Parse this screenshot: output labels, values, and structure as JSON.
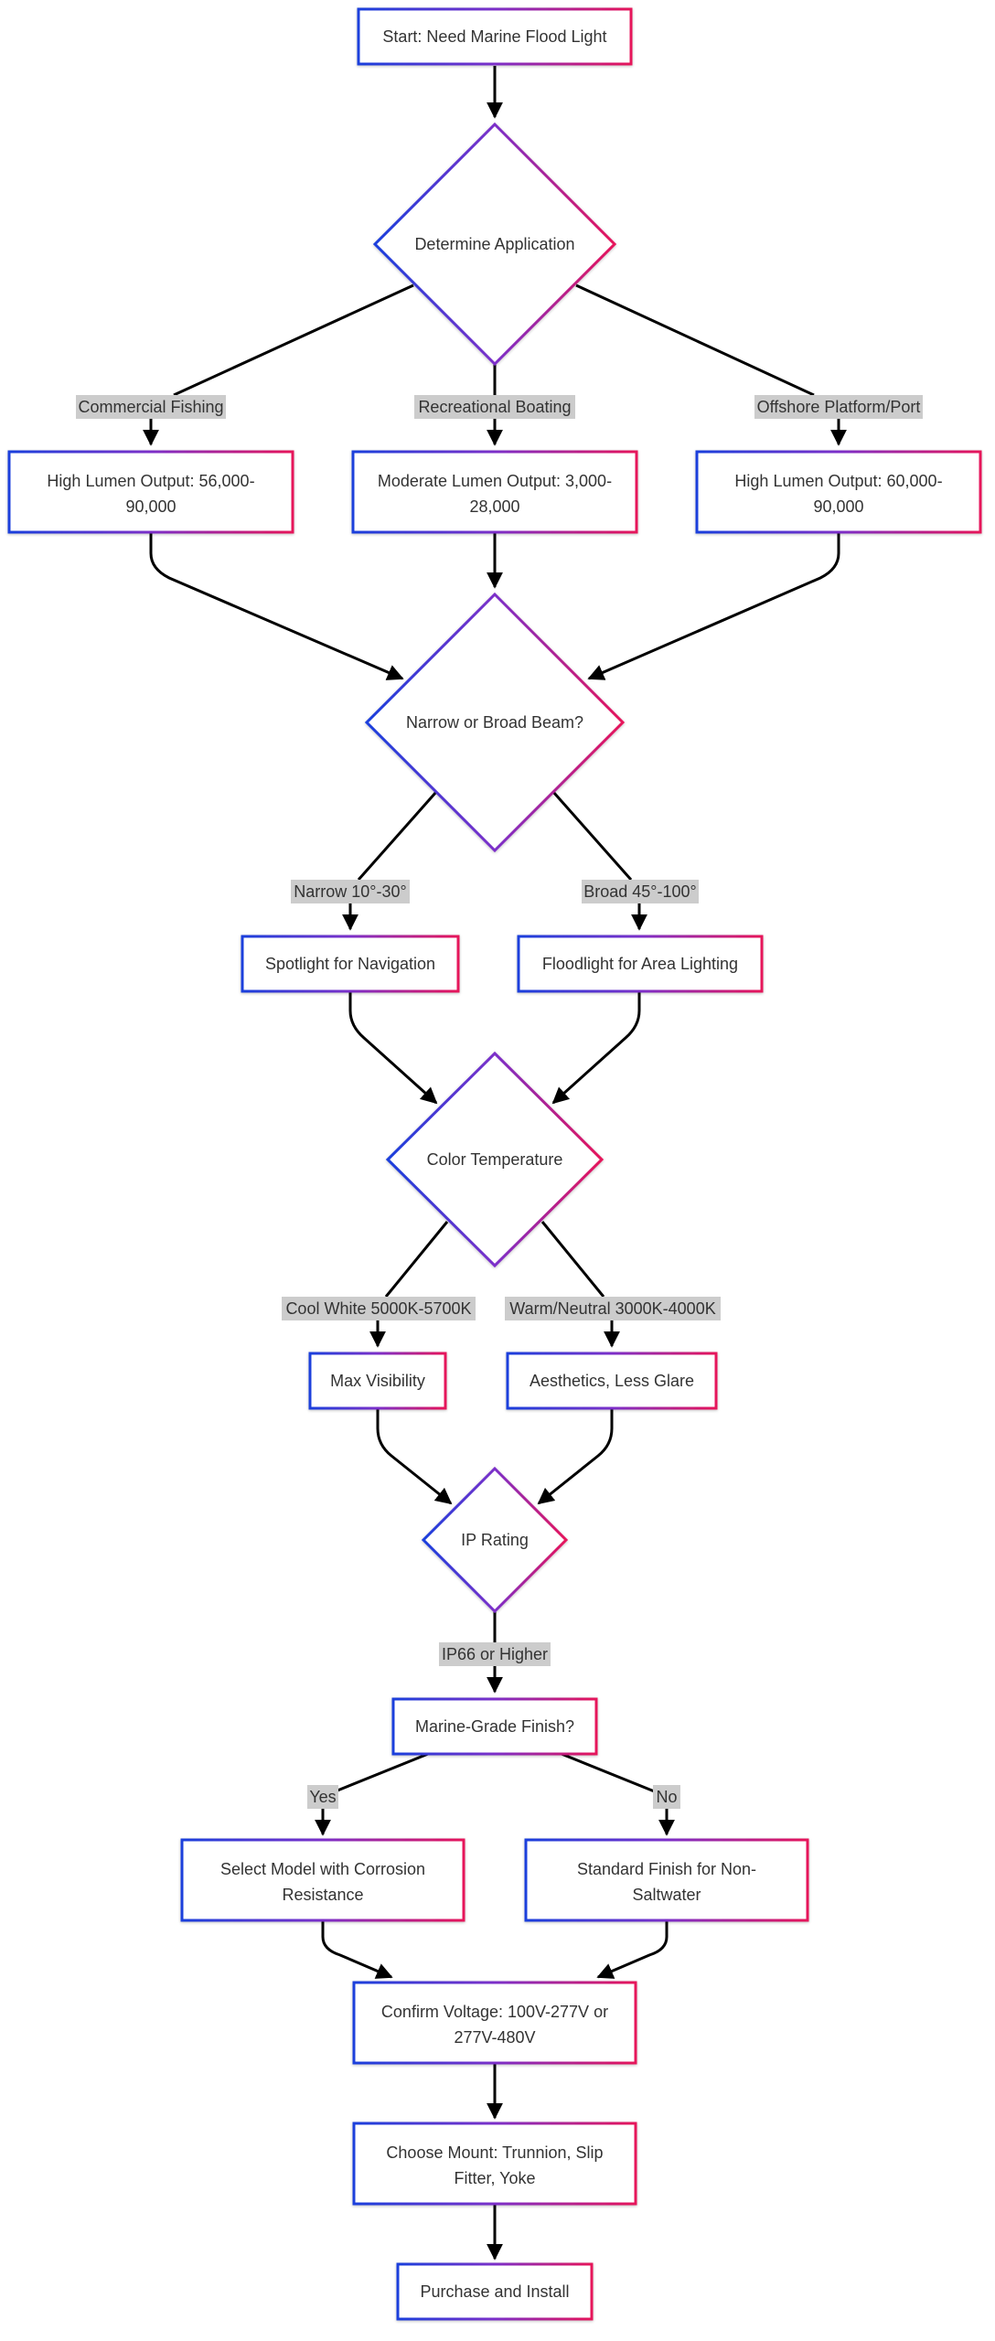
{
  "colors": {
    "gradient_start": "#1a3fdc",
    "gradient_mid": "#7b2fc9",
    "gradient_end": "#e6145a",
    "edge": "#000000",
    "label_bg": "#cccccc",
    "text": "#333333"
  },
  "nodes": {
    "start": {
      "label": "Start: Need Marine Flood Light"
    },
    "application": {
      "label": "Determine Application"
    },
    "commercial_output": {
      "label_line1": "High Lumen Output: 56,000-",
      "label_line2": "90,000"
    },
    "recreational_output": {
      "label_line1": "Moderate Lumen Output: 3,000-",
      "label_line2": "28,000"
    },
    "offshore_output": {
      "label_line1": "High Lumen Output: 60,000-",
      "label_line2": "90,000"
    },
    "beam": {
      "label": "Narrow or Broad Beam?"
    },
    "spotlight": {
      "label": "Spotlight for Navigation"
    },
    "floodlight": {
      "label": "Floodlight for Area Lighting"
    },
    "color_temp": {
      "label": "Color Temperature"
    },
    "max_visibility": {
      "label": "Max Visibility"
    },
    "aesthetics": {
      "label": "Aesthetics, Less Glare"
    },
    "ip_rating": {
      "label": "IP Rating"
    },
    "marine_finish": {
      "label": "Marine-Grade Finish?"
    },
    "corrosion": {
      "label_line1": "Select Model with Corrosion",
      "label_line2": "Resistance"
    },
    "standard_finish": {
      "label_line1": "Standard Finish for Non-",
      "label_line2": "Saltwater"
    },
    "voltage": {
      "label_line1": "Confirm Voltage: 100V-277V or",
      "label_line2": "277V-480V"
    },
    "mount": {
      "label_line1": "Choose Mount: Trunnion, Slip",
      "label_line2": "Fitter, Yoke"
    },
    "purchase": {
      "label": "Purchase and Install"
    }
  },
  "edge_labels": {
    "commercial": "Commercial Fishing",
    "recreational": "Recreational Boating",
    "offshore": "Offshore Platform/Port",
    "narrow": "Narrow 10°-30°",
    "broad": "Broad 45°-100°",
    "cool": "Cool White 5000K-5700K",
    "warm": "Warm/Neutral 3000K-4000K",
    "ip66": "IP66 or Higher",
    "yes": "Yes",
    "no": "No"
  }
}
